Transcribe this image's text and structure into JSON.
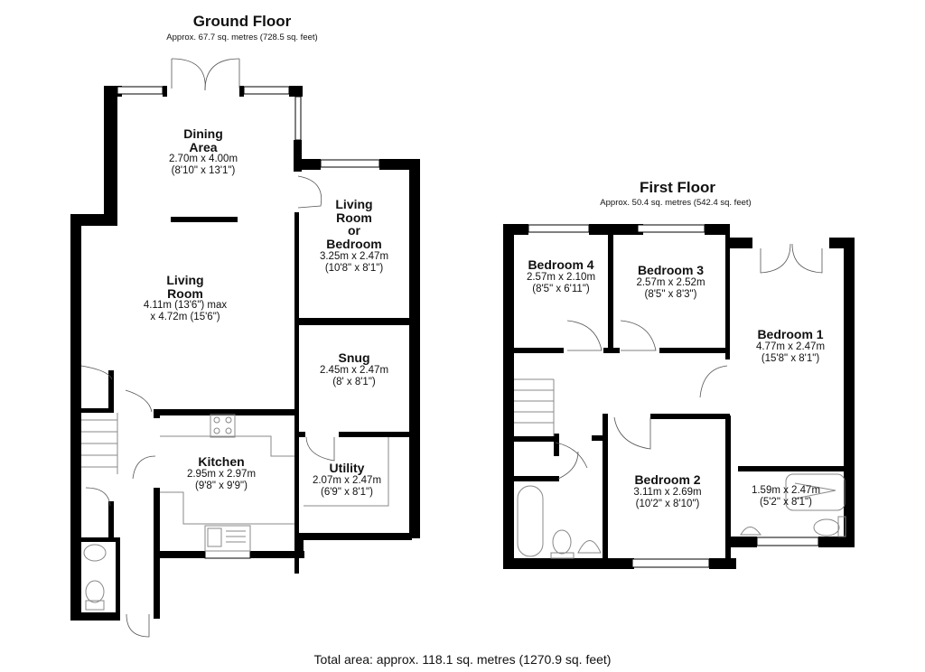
{
  "ground_floor": {
    "title": "Ground Floor",
    "area": "Approx. 67.7 sq. metres (728.5 sq. feet)",
    "rooms": [
      {
        "name": "Dining",
        "name2": "Area",
        "dim_m": "2.70m x 4.00m",
        "dim_ft": "(8'10\" x 13'1\")"
      },
      {
        "name": "Living",
        "name2": "Room",
        "dim_m": "4.11m (13'6\") max",
        "dim_ft": "x 4.72m (15'6\")"
      },
      {
        "name": "Living",
        "name2": "Room",
        "name3": "or",
        "name4": "Bedroom",
        "dim_m": "3.25m x 2.47m",
        "dim_ft": "(10'8\" x 8'1\")"
      },
      {
        "name": "Snug",
        "dim_m": "2.45m x 2.47m",
        "dim_ft": "(8' x 8'1\")"
      },
      {
        "name": "Kitchen",
        "dim_m": "2.95m x 2.97m",
        "dim_ft": "(9'8\" x 9'9\")"
      },
      {
        "name": "Utility",
        "dim_m": "2.07m x 2.47m",
        "dim_ft": "(6'9\" x 8'1\")"
      }
    ]
  },
  "first_floor": {
    "title": "First Floor",
    "area": "Approx. 50.4 sq. metres (542.4 sq. feet)",
    "rooms": [
      {
        "name": "Bedroom 4",
        "dim_m": "2.57m x 2.10m",
        "dim_ft": "(8'5\" x 6'11\")"
      },
      {
        "name": "Bedroom 3",
        "dim_m": "2.57m x 2.52m",
        "dim_ft": "(8'5\" x 8'3\")"
      },
      {
        "name": "Bedroom 1",
        "dim_m": "4.77m x 2.47m",
        "dim_ft": "(15'8\" x 8'1\")"
      },
      {
        "name": "Bedroom 2",
        "dim_m": "3.11m x 2.69m",
        "dim_ft": "(10'2\" x 8'10\")"
      },
      {
        "name": "",
        "dim_m": "1.59m x 2.47m",
        "dim_ft": "(5'2\" x 8'1\")"
      }
    ]
  },
  "total_area": "Total area: approx. 118.1 sq. metres (1270.9 sq. feet)",
  "colors": {
    "wall": "#000000",
    "fixture": "#888888",
    "background": "#ffffff"
  }
}
